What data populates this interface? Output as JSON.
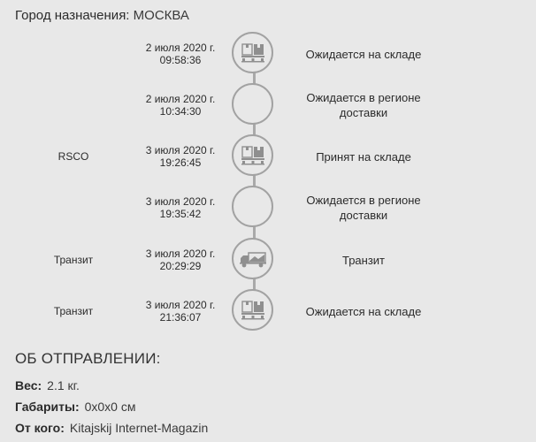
{
  "destination": {
    "label": "Город назначения:",
    "value": "МОСКВА"
  },
  "events": [
    {
      "place": "",
      "date": "2 июля 2020 г.",
      "time": "09:58:36",
      "icon": "warehouse-pallet-icon",
      "status": "Ожидается на складе"
    },
    {
      "place": "",
      "date": "2 июля 2020 г.",
      "time": "10:34:30",
      "icon": "empty-circle-icon",
      "status": "Ожидается в регионе доставки"
    },
    {
      "place": "RSCO",
      "date": "3 июля 2020 г.",
      "time": "19:26:45",
      "icon": "warehouse-pallet-icon",
      "status": "Принят на складе"
    },
    {
      "place": "",
      "date": "3 июля 2020 г.",
      "time": "19:35:42",
      "icon": "empty-circle-icon",
      "status": "Ожидается в регионе доставки"
    },
    {
      "place": "Транзит",
      "date": "3 июля 2020 г.",
      "time": "20:29:29",
      "icon": "truck-icon",
      "status": "Транзит"
    },
    {
      "place": "Транзит",
      "date": "3 июля 2020 г.",
      "time": "21:36:07",
      "icon": "warehouse-pallet-icon",
      "status": "Ожидается на складе"
    }
  ],
  "shipment": {
    "title": "ОБ ОТПРАВЛЕНИИ:",
    "weight_label": "Вес:",
    "weight_value": "2.1 кг.",
    "dimensions_label": "Габариты:",
    "dimensions_value": "0x0x0 см",
    "sender_label": "От кого:",
    "sender_value": "Kitajskij Internet-Magazin"
  },
  "colors": {
    "background": "#e8e8e8",
    "timeline": "#a9a9a9",
    "icon": "#8f8f8f"
  }
}
